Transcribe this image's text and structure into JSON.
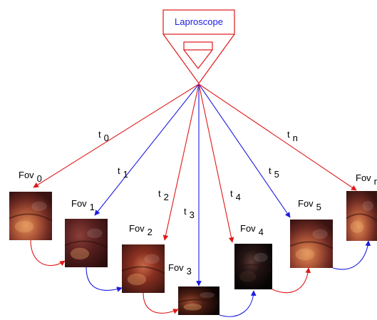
{
  "device": {
    "label": "Laproscope",
    "outline_color": "#e01818",
    "label_color": "#2020e0"
  },
  "colors": {
    "red": "#e01818",
    "blue": "#1c1ce0"
  },
  "rays": [
    {
      "label_base": "t",
      "label_sub": "0",
      "color": "red"
    },
    {
      "label_base": "t",
      "label_sub": "1",
      "color": "blue"
    },
    {
      "label_base": "t",
      "label_sub": "2",
      "color": "red"
    },
    {
      "label_base": "t",
      "label_sub": "3",
      "color": "blue"
    },
    {
      "label_base": "t",
      "label_sub": "4",
      "color": "red"
    },
    {
      "label_base": "t",
      "label_sub": "5",
      "color": "blue"
    },
    {
      "label_base": "t",
      "label_sub": "n",
      "color": "red"
    }
  ],
  "fovs": [
    {
      "label_base": "Fov",
      "label_sub": "0",
      "tone": "tissue-warm"
    },
    {
      "label_base": "Fov",
      "label_sub": "1",
      "tone": "tissue-dark"
    },
    {
      "label_base": "Fov",
      "label_sub": "2",
      "tone": "tissue-bloody"
    },
    {
      "label_base": "Fov",
      "label_sub": "3",
      "tone": "tissue-shadow"
    },
    {
      "label_base": "Fov",
      "label_sub": "4",
      "tone": "tissue-black"
    },
    {
      "label_base": "Fov",
      "label_sub": "5",
      "tone": "tissue-warm"
    },
    {
      "label_base": "Fov",
      "label_sub": "n",
      "tone": "tissue-warm"
    }
  ],
  "connectors": [
    {
      "color": "red"
    },
    {
      "color": "blue"
    },
    {
      "color": "red"
    },
    {
      "color": "blue"
    },
    {
      "color": "red"
    },
    {
      "color": "blue"
    }
  ]
}
